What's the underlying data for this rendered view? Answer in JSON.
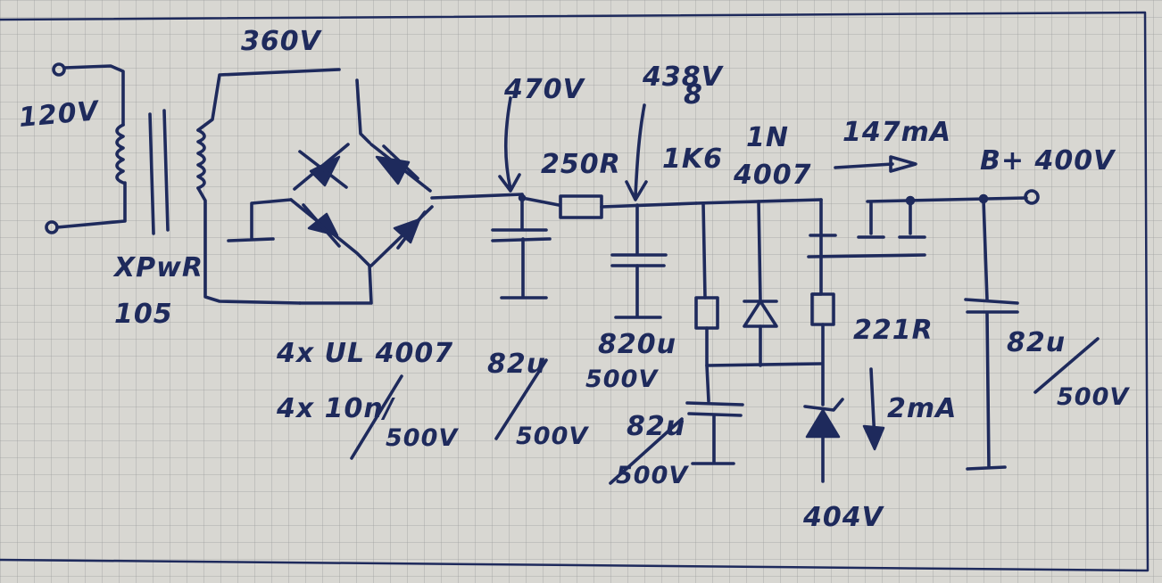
{
  "schematic": {
    "mains_voltage": "120V",
    "transformer_secondary": "360V",
    "transformer_part_line1": "XPwR",
    "transformer_part_line2": "105",
    "rectifier_diodes": "4x UL 4007",
    "rectifier_caps_count": "4x 10n/",
    "rectifier_caps_rating": "500V",
    "node_voltage_1": "470V",
    "cap1_value": "82u",
    "cap1_rating": "500V",
    "series_resistor": "250R",
    "node_voltage_2_line1": "438V",
    "node_voltage_2_line2": "8",
    "cap2_value": "820u",
    "cap2_rating": "500V",
    "resistor_1k6": "1K6",
    "diode_part_line1": "1N",
    "diode_part_line2": "4007",
    "cap3_value": "82u",
    "cap3_rating": "500V",
    "load_current": "147mA",
    "resistor_221": "221R",
    "zener_current": "2mA",
    "zener_voltage": "404V",
    "output_label": "B+ 400V",
    "cap4_value": "82u",
    "cap4_rating": "500V"
  }
}
